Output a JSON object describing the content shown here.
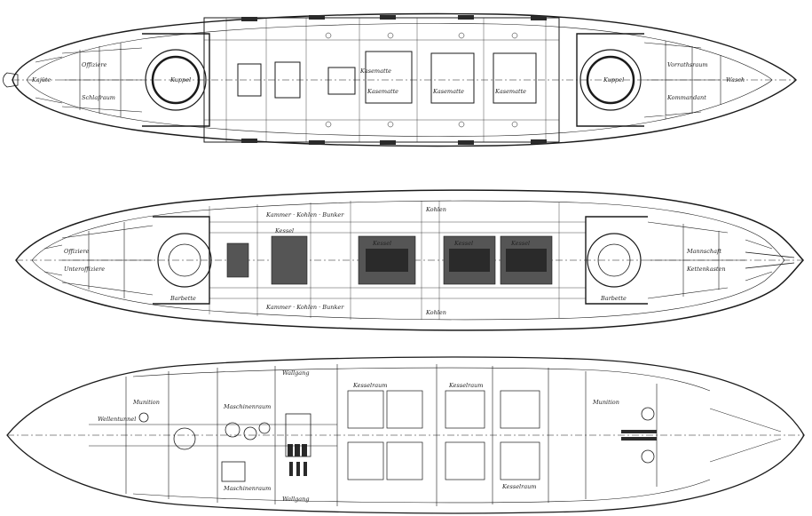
{
  "drawing": {
    "ink_color": "#1a1a1a",
    "fill_color": "#ffffff",
    "dark_fill": "#2a2a2a",
    "mid_fill": "#555555"
  },
  "decks": {
    "upper": {
      "labels": {
        "bow": "Wasch",
        "stern_area": "Kajüte",
        "fwd_turret": "Kuppel",
        "aft_turret": "Kuppel",
        "mid_1": "Kasematte",
        "mid_2": "Kasematte",
        "mid_3": "Kasematte",
        "mid_4": "Kasematte",
        "cabin_1": "Offiziere",
        "cabin_2": "Schlafraum",
        "cabin_3": "Vorrathsraum",
        "cabin_4": "Kommandant"
      }
    },
    "middle": {
      "labels": {
        "top_band": "Kammer · Kohlen · Bunker",
        "bottom_band": "Kammer · Kohlen · Bunker",
        "fwd_turret": "Barbette",
        "aft_turret": "Barbette",
        "boiler_1": "Kessel",
        "boiler_2": "Kessel",
        "boiler_3": "Kessel",
        "boiler_4": "Kessel",
        "stern_1": "Offiziere",
        "stern_2": "Unteroffiziere",
        "bow_1": "Mannschaft",
        "bow_2": "Kettenkasten",
        "side_1": "Kohlen",
        "side_2": "Kohlen"
      }
    },
    "lower": {
      "labels": {
        "aft_mag": "Munition",
        "eng_1": "Maschinenraum",
        "eng_2": "Maschinenraum",
        "boiler_1": "Kesselraum",
        "boiler_2": "Kesselraum",
        "boiler_3": "Kesselraum",
        "fwd_mag": "Munition",
        "shaft": "Wellentunnel",
        "top_band": "Wallgang",
        "bottom_band": "Wallgang"
      }
    }
  }
}
